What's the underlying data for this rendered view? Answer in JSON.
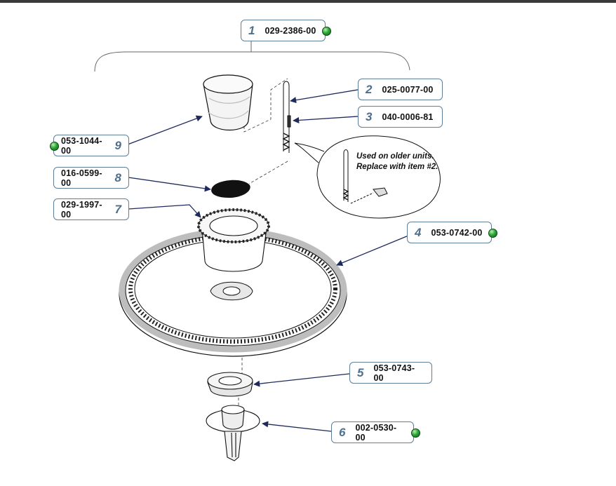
{
  "callouts": [
    {
      "num": "1",
      "part": "029-2386-00",
      "available": true
    },
    {
      "num": "2",
      "part": "025-0077-00",
      "available": false
    },
    {
      "num": "3",
      "part": "040-0006-81",
      "available": false
    },
    {
      "num": "4",
      "part": "053-0742-00",
      "available": true
    },
    {
      "num": "5",
      "part": "053-0743-00",
      "available": false
    },
    {
      "num": "6",
      "part": "002-0530-00",
      "available": true
    },
    {
      "num": "7",
      "part": "029-1997-00",
      "available": false
    },
    {
      "num": "8",
      "part": "016-0599-00",
      "available": false
    },
    {
      "num": "9",
      "part": "053-1044-00",
      "available": true
    }
  ],
  "note": {
    "line1": "Used on older units.",
    "line2": "Replace with item #2."
  },
  "colors": {
    "callout_border": "#5f7f98",
    "callout_number": "#4f6f8c",
    "leader": "#1f2a5c",
    "indicator": "#2fa83a"
  },
  "icons": {
    "availability": "green-dot-icon"
  }
}
